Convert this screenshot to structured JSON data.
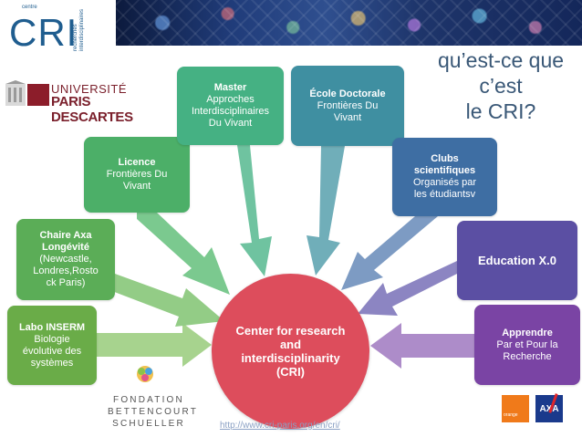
{
  "header": {
    "cri_logo": "CRI",
    "cri_centre": "centre",
    "cri_vertical": "recherches interdisciplinaires",
    "banner_alt": "banner-image"
  },
  "university": {
    "line1": "UNIVERSITÉ",
    "line2": "PARIS DESCARTES"
  },
  "title": {
    "line1": "qu’est-ce que",
    "line2": "c’est",
    "line3": "le CRI?"
  },
  "boxes": {
    "inserm": {
      "title": "Labo INSERM",
      "l1": "Biologie",
      "l2": "évolutive des",
      "l3": "systèmes"
    },
    "axa": {
      "title": "Chaire Axa",
      "title2": "Longévité",
      "l1": "(Newcastle,",
      "l2": "Londres,Rosto",
      "l3": "ck Paris)"
    },
    "licence": {
      "title": "Licence",
      "l1": "Frontières  Du",
      "l2": "Vivant"
    },
    "master": {
      "title": "Master",
      "l1": "Approches",
      "l2": "Interdisciplinaires",
      "l3": "Du Vivant"
    },
    "ecole": {
      "title": "École Doctorale",
      "l1": "Frontières Du",
      "l2": "Vivant"
    },
    "clubs": {
      "title": "Clubs",
      "title2": "scientifiques",
      "l1": "Organisés par",
      "l2": "les étudiantsv"
    },
    "education": {
      "title": "Education X.0"
    },
    "apprendre": {
      "title": "Apprendre",
      "l1": "Par et Pour la",
      "l2": "Recherche"
    }
  },
  "center": {
    "text": "Center for research and interdisciplinarity (CRI)"
  },
  "fondation": {
    "line1": "FONDATION",
    "line2": "BETTENCOURT",
    "line3": "SCHUELLER"
  },
  "footer": {
    "url": "http://www.cri-paris.org/en/cri/",
    "orange": "orange",
    "axa": "AXA"
  },
  "colors": {
    "inserm": "#6aac48",
    "axa": "#5bad57",
    "licence": "#4caf68",
    "master": "#45b183",
    "ecole": "#3f8fa1",
    "clubs": "#3e6ea3",
    "education": "#5b4fa3",
    "apprendre": "#7a44a4",
    "center": "#dd4d5c"
  }
}
